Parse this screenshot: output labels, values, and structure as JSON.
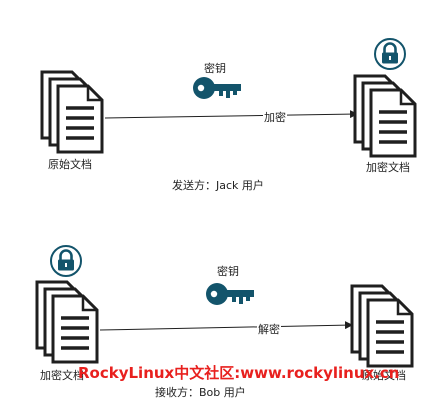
{
  "colors": {
    "ink": "#1f1f1f",
    "icon_teal": "#13546b",
    "watermark": "#e8201e"
  },
  "top": {
    "key_label": "密钥",
    "edge_label": "加密",
    "source_label": "原始文档",
    "target_label": "加密文档",
    "caption": "发送方：Jack 用户"
  },
  "bottom": {
    "key_label": "密钥",
    "edge_label": "解密",
    "source_label": "加密文档",
    "target_label": "原始文档",
    "caption": "接收方：Bob 用户"
  },
  "watermark": "RockyLinux中文社区:www.rockylinux.cn",
  "icons": [
    "document-stack-icon",
    "key-icon",
    "padlock-icon",
    "arrow-icon"
  ]
}
